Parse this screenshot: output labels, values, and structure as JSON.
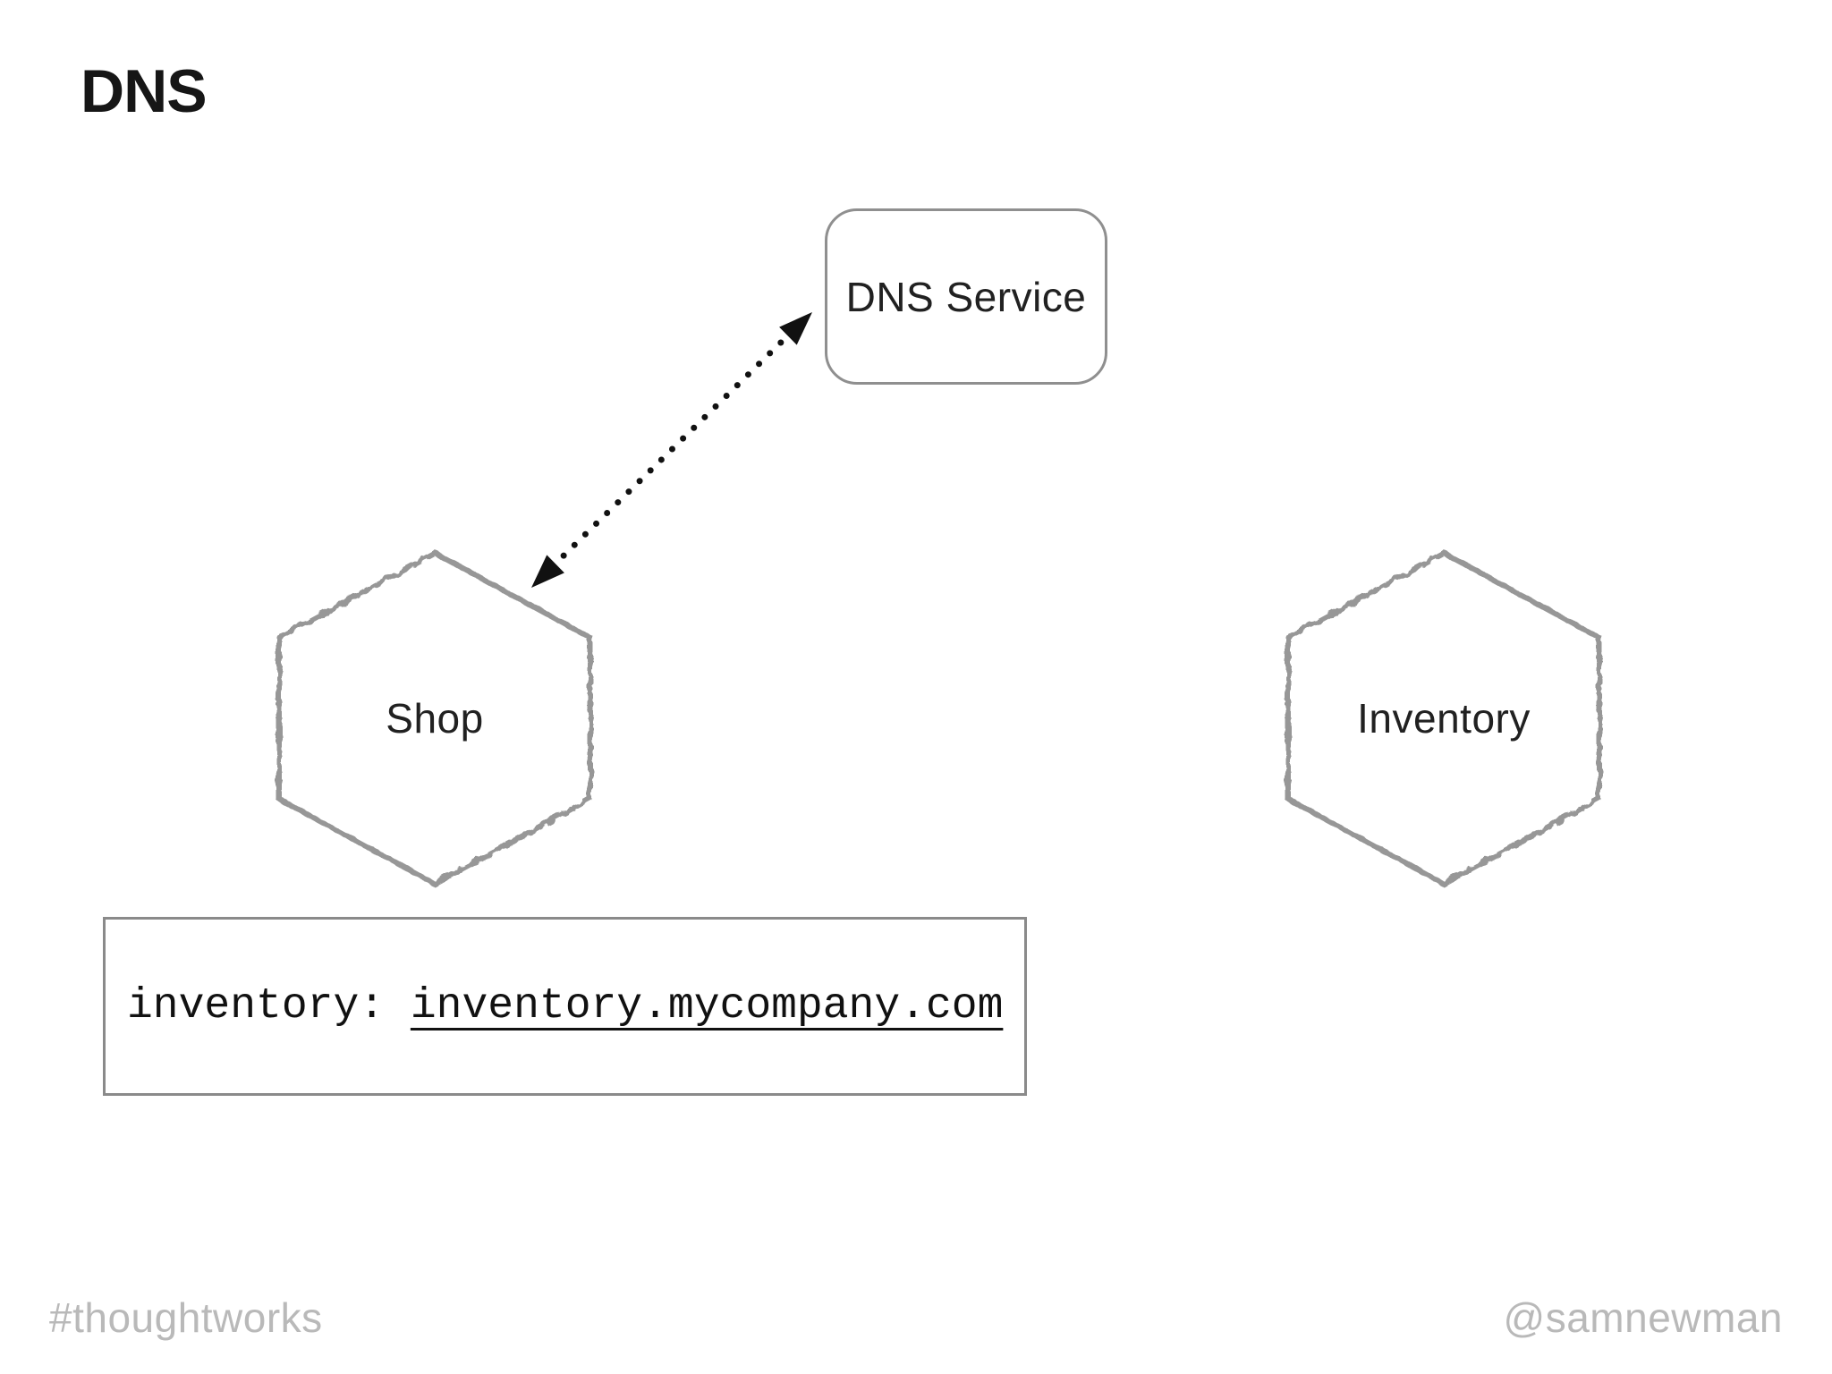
{
  "title": "DNS",
  "nodes": {
    "dns_service": {
      "label": "DNS Service",
      "shape": "rounded-rectangle"
    },
    "shop": {
      "label": "Shop",
      "shape": "hexagon"
    },
    "inventory": {
      "label": "Inventory",
      "shape": "hexagon"
    }
  },
  "connections": [
    {
      "from": "shop",
      "to": "dns_service",
      "style": "dotted",
      "arrows": "both"
    }
  ],
  "record_box": {
    "key": "inventory: ",
    "value": "inventory.mycompany.com"
  },
  "footer": {
    "left": "#thoughtworks",
    "right": "@samnewman"
  },
  "colors": {
    "background": "#ffffff",
    "title_text": "#161616",
    "node_text": "#212121",
    "hexagon_stroke": "#979797",
    "box_border": "#8f8f8f",
    "record_border": "#8a8a8a",
    "record_text": "#111111",
    "arrow": "#111111",
    "footer_text": "#b9b9b9"
  }
}
